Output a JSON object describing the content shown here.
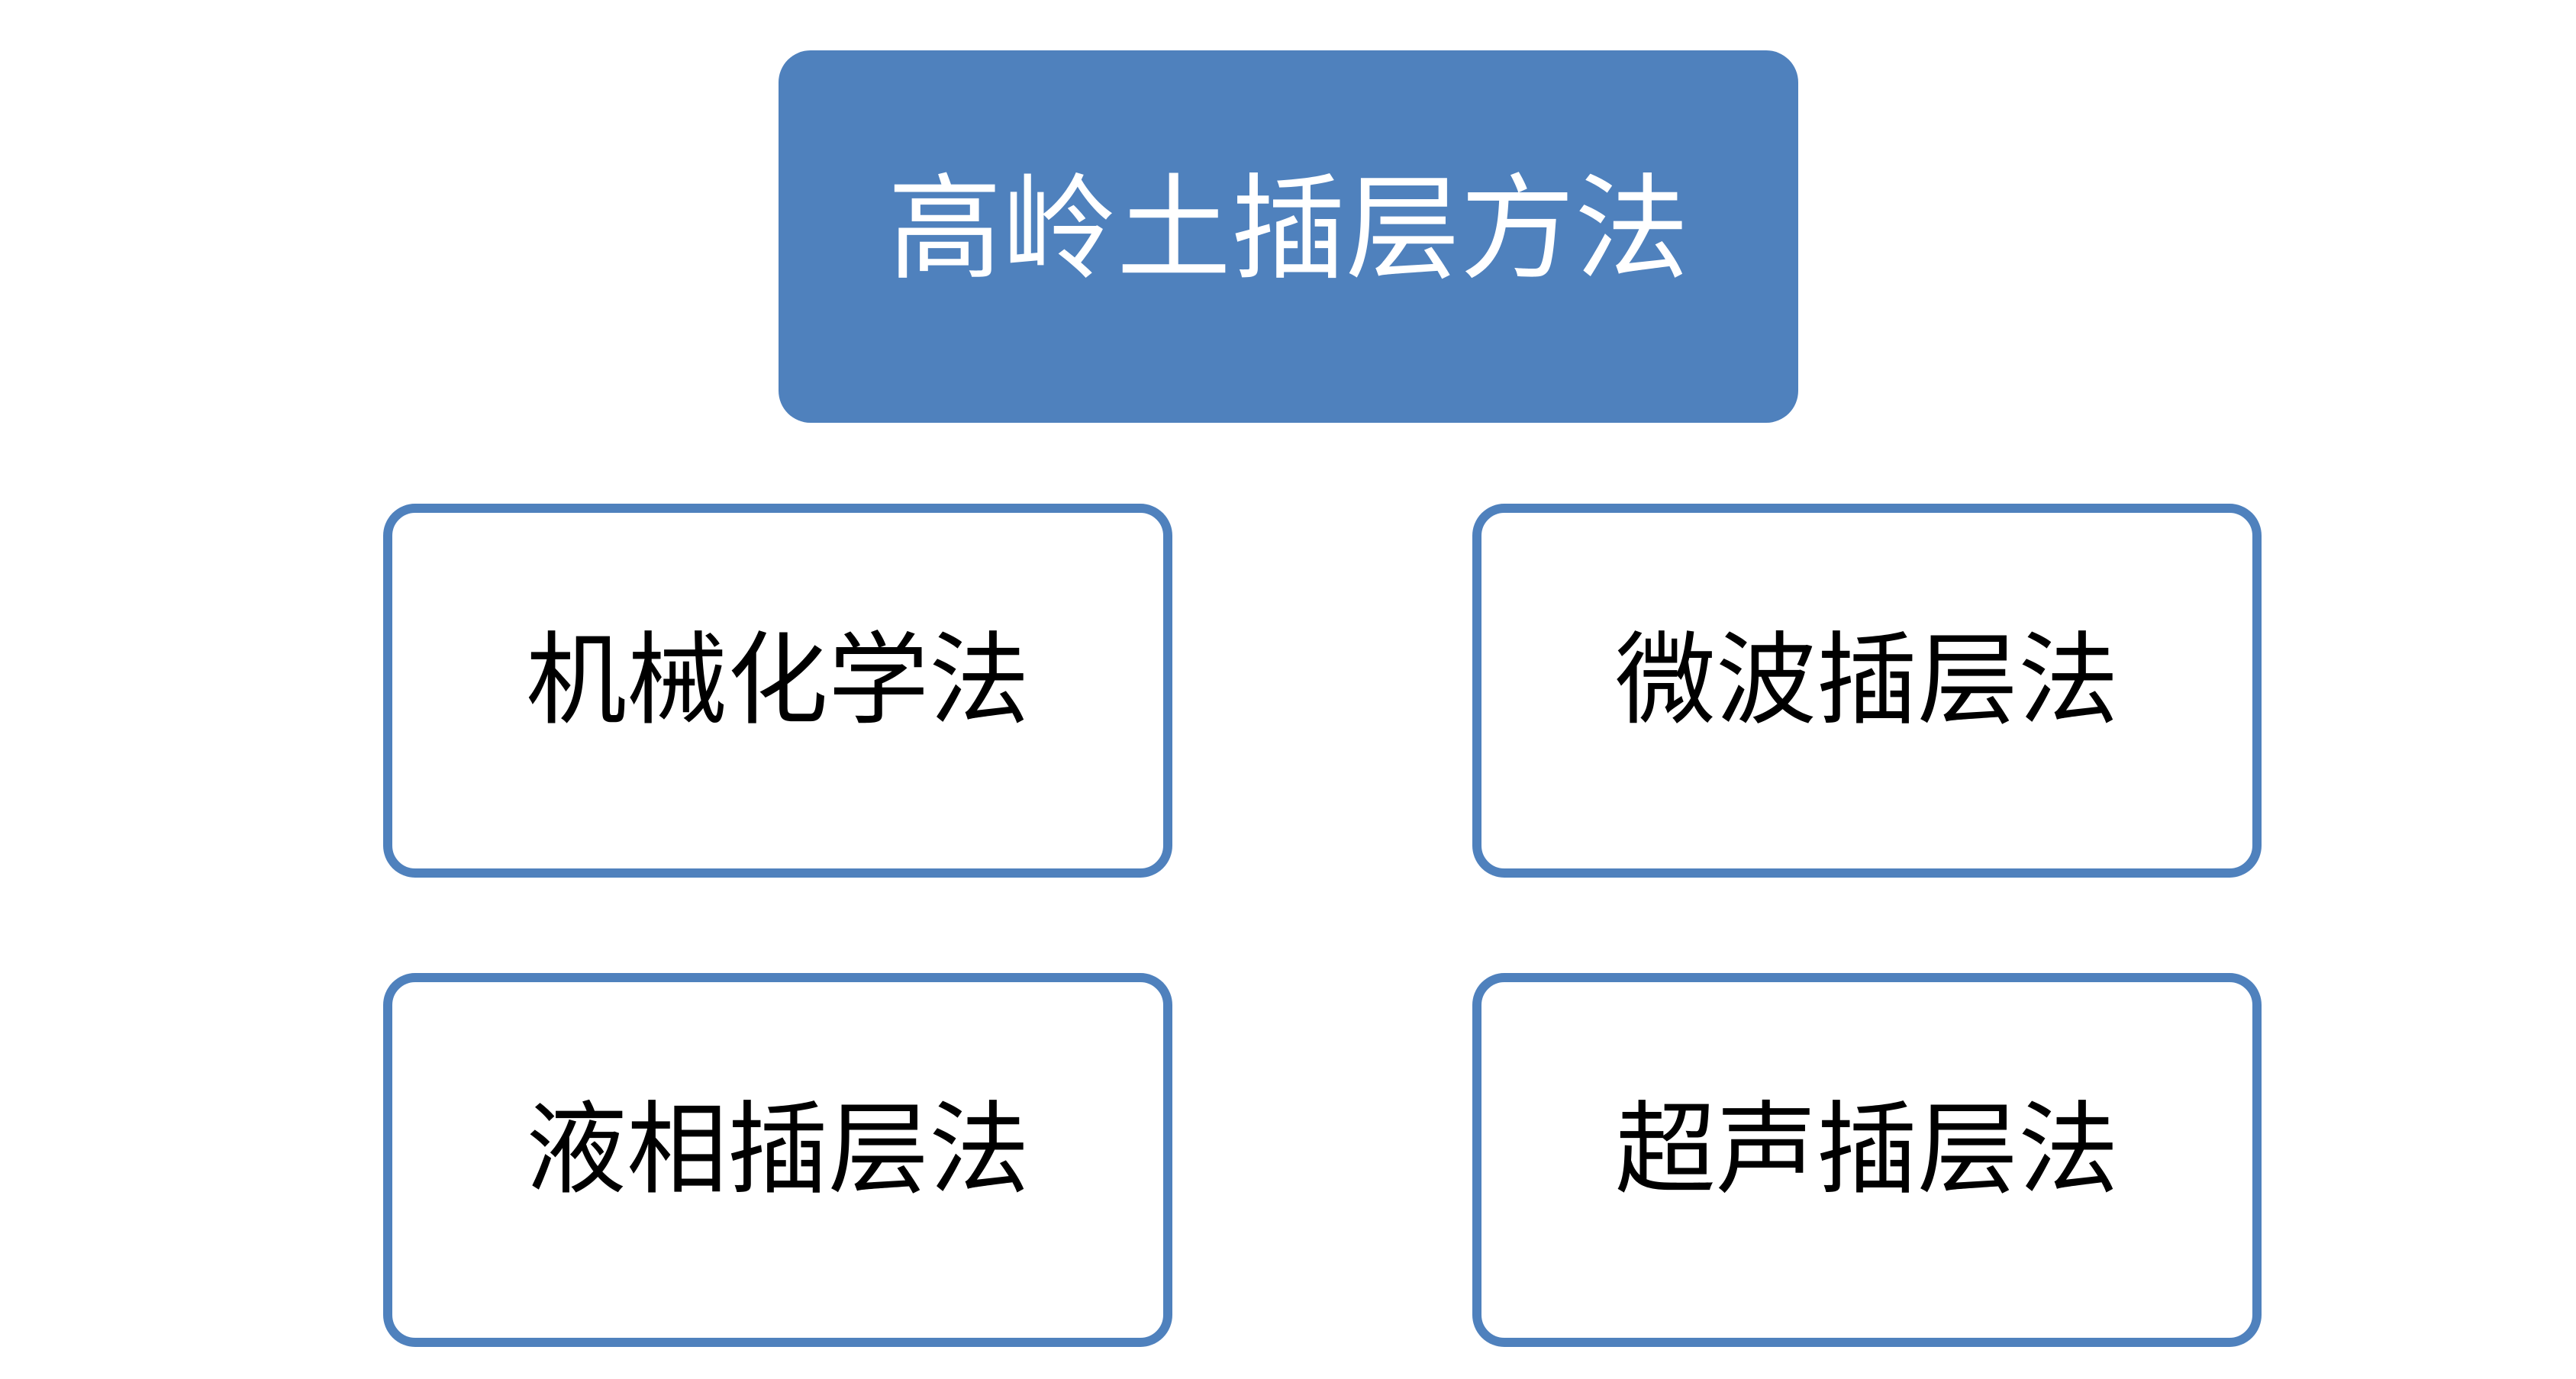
{
  "diagram": {
    "type": "hierarchy",
    "background_color": "#FFFFFF",
    "accent_color": "#4F81BD",
    "root": {
      "label": "高岭土插层方法",
      "fill_color": "#4F81BD",
      "text_color": "#FFFFFF"
    },
    "nodes": [
      {
        "label": "机械化学法",
        "position": "top-left",
        "fill_color": "#FFFFFF",
        "border_color": "#4F81BD",
        "text_color": "#000000"
      },
      {
        "label": "微波插层法",
        "position": "top-right",
        "fill_color": "#FFFFFF",
        "border_color": "#4F81BD",
        "text_color": "#000000"
      },
      {
        "label": "液相插层法",
        "position": "bottom-left",
        "fill_color": "#FFFFFF",
        "border_color": "#4F81BD",
        "text_color": "#000000"
      },
      {
        "label": "超声插层法",
        "position": "bottom-right",
        "fill_color": "#FFFFFF",
        "border_color": "#4F81BD",
        "text_color": "#000000"
      }
    ]
  }
}
